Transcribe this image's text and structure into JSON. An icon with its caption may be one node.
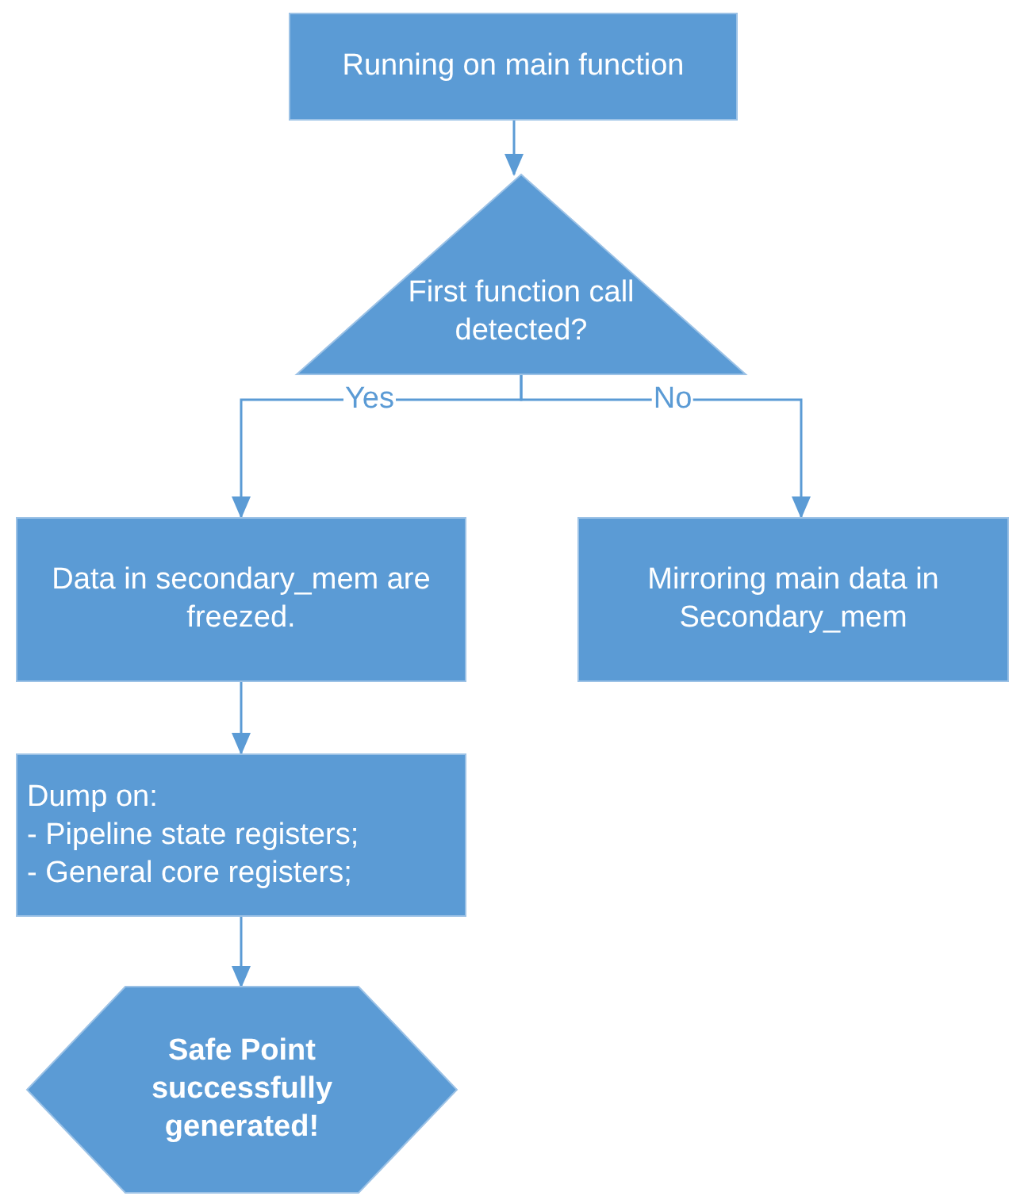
{
  "diagram": {
    "nodes": [
      {
        "text": [
          "Running on main function"
        ]
      },
      {
        "text": [
          "First function call detected?"
        ]
      },
      {
        "text": [
          "Data in secondary_mem are freezed."
        ]
      },
      {
        "text": [
          "Mirroring main data in Secondary_mem"
        ]
      },
      {
        "text": [
          "Dump on:",
          "- Pipeline state registers;",
          "- General core registers;"
        ]
      },
      {
        "text": [
          "Safe Point successfully generated!"
        ]
      }
    ],
    "edges": [
      {
        "from": 0,
        "to": 1,
        "arrow": "to"
      },
      {
        "from": 1,
        "to": 2,
        "arrow": "to",
        "label": "Yes"
      },
      {
        "from": 1,
        "to": 3,
        "arrow": "to",
        "label": "No"
      },
      {
        "from": 2,
        "to": 4,
        "arrow": "to"
      },
      {
        "from": 4,
        "to": 5,
        "arrow": "to"
      }
    ]
  }
}
